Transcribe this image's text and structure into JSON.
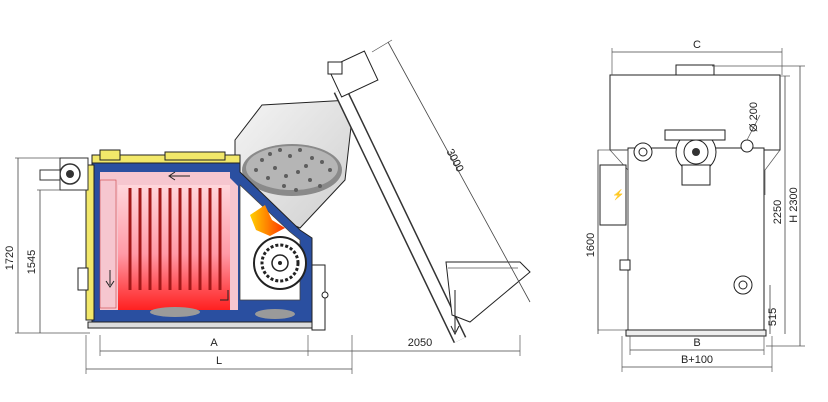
{
  "side_view": {
    "dims": {
      "height_total": "1720",
      "height_inner": "1545",
      "length_a": "A",
      "length_l": "L",
      "feeder_reach": "2050",
      "feeder_length": "3000"
    }
  },
  "front_view": {
    "dims": {
      "width_top": "C",
      "width_base": "B",
      "width_total": "B+100",
      "height_1600": "1600",
      "height_2250": "2250",
      "height_total": "H 2300",
      "height_515": "515",
      "flue_diameter": "Ø 200"
    }
  },
  "colors": {
    "boiler_blue": "#2a4fa0",
    "hot_red": "#e02020",
    "pink": "#f6c6cf",
    "yellow": "#f2e86a",
    "hopper_grey": "#e6e6e6"
  }
}
